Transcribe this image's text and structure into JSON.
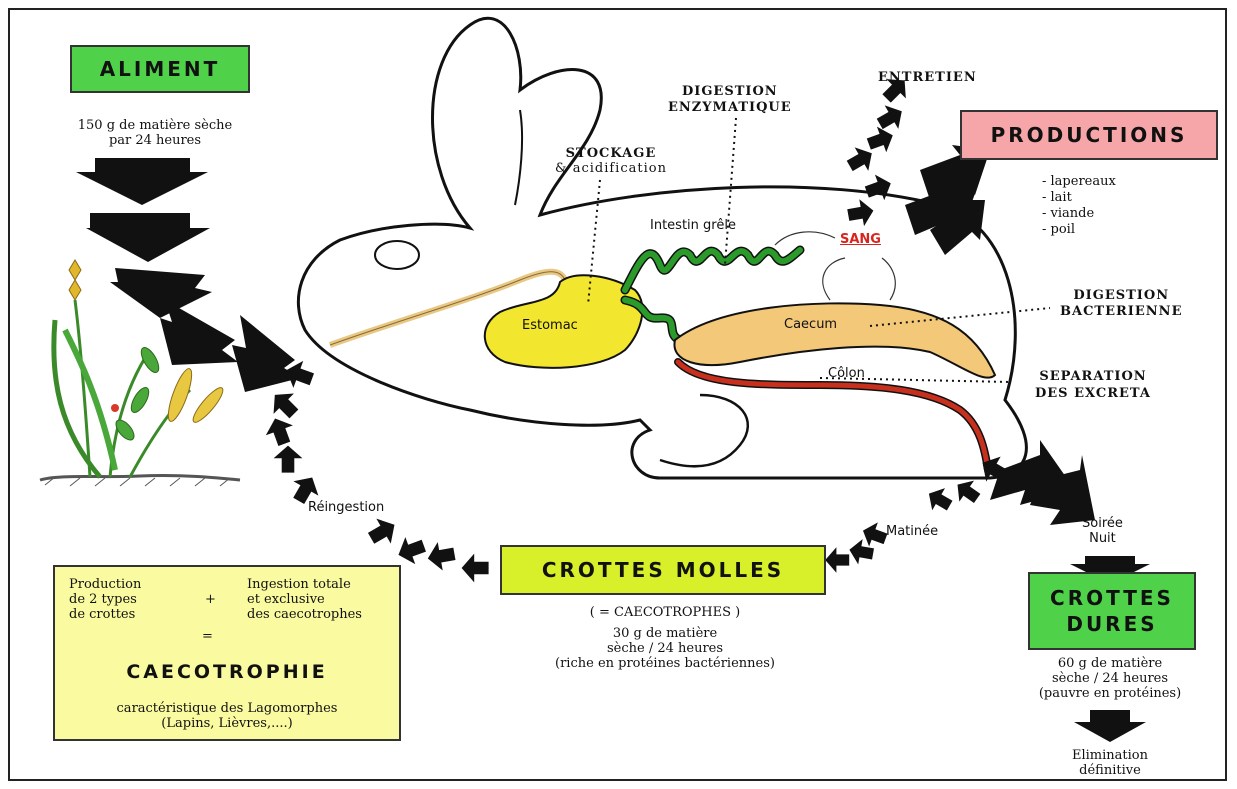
{
  "food": {
    "title": "ALIMENT",
    "line1": "150 g de matière sèche",
    "line2": "par 24 heures"
  },
  "productions": {
    "title": "PRODUCTIONS",
    "entretien": "ENTRETIEN",
    "items": [
      "- lapereaux",
      "- lait",
      "- viande",
      "- poil"
    ]
  },
  "labels": {
    "stockage_1": "STOCKAGE",
    "stockage_2": "& acidification",
    "digestion_enz_1": "DIGESTION",
    "digestion_enz_2": "ENZYMATIQUE",
    "intestin": "Intestin grêle",
    "sang": "SANG",
    "estomac": "Estomac",
    "caecum": "Caecum",
    "colon": "Côlon",
    "digestion_bact_1": "DIGESTION",
    "digestion_bact_2": "BACTERIENNE",
    "separation_1": "SEPARATION",
    "separation_2": "DES EXCRETA",
    "reingestion": "Réingestion",
    "matinee": "Matinée",
    "soiree_1": "Soirée",
    "soiree_2": "Nuit"
  },
  "soft": {
    "title": "CROTTES MOLLES",
    "sub": "( = CAECOTROPHES )",
    "line1": "30 g de matière",
    "line2": "sèche / 24 heures",
    "line3": "(riche en protéines bactériennes)"
  },
  "hard": {
    "title_1": "CROTTES",
    "title_2": "DURES",
    "line1": "60 g de matière",
    "line2": "sèche / 24 heures",
    "line3": "(pauvre en protéines)",
    "elim_1": "Elimination",
    "elim_2": "définitive"
  },
  "summary": {
    "col1_1": "Production",
    "col1_2": "de 2 types",
    "col1_3": "de crottes",
    "plus": "+",
    "col2_1": "Ingestion totale",
    "col2_2": "et exclusive",
    "col2_3": "des caecotrophes",
    "equals": "=",
    "title": "CAECOTROPHIE",
    "foot1": "caractéristique des Lagomorphes",
    "foot2": "(Lapins, Lièvres,....)"
  },
  "colors": {
    "green_box": "#4fd24a",
    "pink_box": "#f6a6a8",
    "yellow_box": "#d8f02a",
    "summary_box": "#fafaa0",
    "stomach": "#f2e62e",
    "caecum": "#f3c878",
    "intestine": "#2a9a2a",
    "colon": "#c8301e",
    "sang": "#d8241c"
  }
}
